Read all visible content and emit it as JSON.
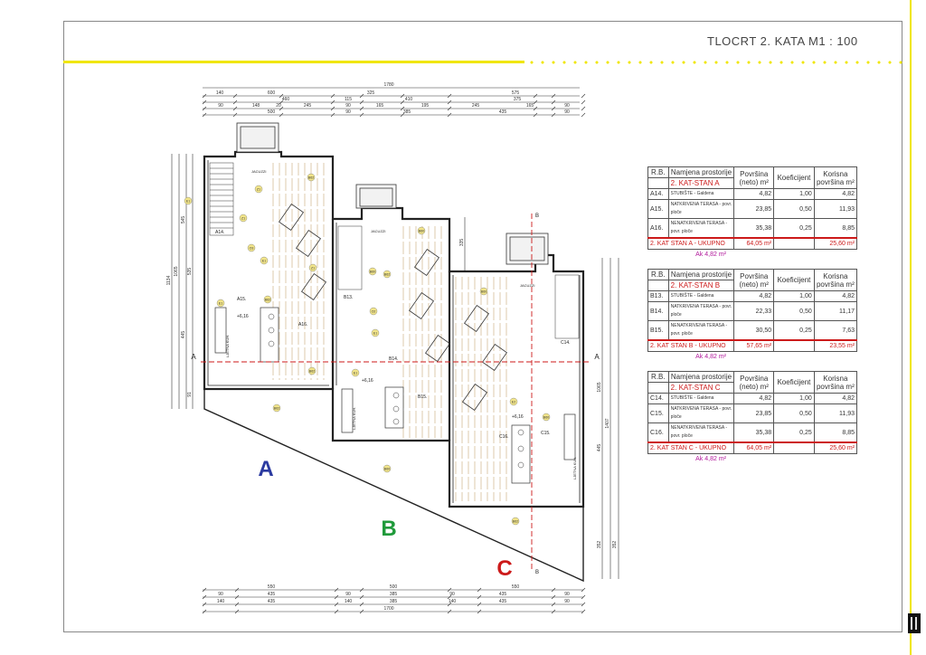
{
  "sheet_title": "TLOCRT  2. KATA   M1 : 100",
  "unit_labels": {
    "a": "A",
    "b": "B",
    "c": "C",
    "a_color": "#2b3aa0",
    "b_color": "#1f9a3a",
    "c_color": "#cc1a1a"
  },
  "section_marks": {
    "left": "A",
    "right": "A",
    "top": "B",
    "bottom": "B"
  },
  "dims_top": {
    "overall": "1780",
    "row2": [
      "140",
      "600",
      "325",
      "575"
    ],
    "row3": [
      "460",
      "115",
      "410",
      "375"
    ],
    "row4": [
      "90",
      "148",
      "20",
      "245",
      "90",
      "165",
      "195",
      "245",
      "165",
      "90"
    ],
    "row5": [
      "500",
      "90",
      "385",
      "435",
      "90"
    ]
  },
  "dims_bottom": {
    "row1": [
      "550",
      "500",
      "550"
    ],
    "row2": [
      "90",
      "435",
      "90",
      "385",
      "90",
      "435",
      "90"
    ],
    "row3": [
      "140",
      "435",
      "140",
      "385",
      "140",
      "435",
      "90"
    ],
    "overall": "1700"
  },
  "dims_left": [
    "1134",
    "1065",
    "545",
    "535",
    "445",
    "91"
  ],
  "dims_right": [
    "335",
    "1065",
    "1407",
    "445",
    "352",
    "352"
  ],
  "levels": [
    "+6,16",
    "+6,16",
    "+6,16"
  ],
  "room_labels": [
    "A14.",
    "A15.",
    "A16.",
    "B13.",
    "B14.",
    "B15.",
    "C14.",
    "C15.",
    "C16."
  ],
  "jacuzzi_label": "JACUZZI",
  "kitchen_label": "LJETNA KUH.",
  "tags": [
    "E1",
    "E1",
    "E1",
    "E1",
    "E1",
    "E2",
    "Z1",
    "Z1",
    "Z1",
    "O3",
    "O2",
    "B62",
    "B62",
    "B62",
    "B62",
    "B60",
    "B60",
    "B60",
    "B60",
    "B60",
    "B62",
    "B62"
  ],
  "table_headers": {
    "rb": "R.B.",
    "name": "Namjena prostorije",
    "area": "Površina (neto) m²",
    "coef": "Koeficijent",
    "useful": "Korisna površina m²"
  },
  "tables": [
    {
      "apartment": "2. KAT-STAN A",
      "rows": [
        {
          "rb": "A14.",
          "name": "STUBIŠTE - Galdena",
          "area": "4,82",
          "coef": "1,00",
          "useful": "4,82"
        },
        {
          "rb": "A15.",
          "name": "NATKRIVENA TERASA - povr. ploče",
          "area": "23,85",
          "coef": "0,50",
          "useful": "11,93"
        },
        {
          "rb": "A16.",
          "name": "NENATKRIVENA TERASA - povr. ploče",
          "area": "35,38",
          "coef": "0,25",
          "useful": "8,85"
        }
      ],
      "total_label": "2. KAT STAN A - UKUPNO",
      "total_area": "64,05 m²",
      "total_useful": "25,60 m²",
      "ak": "Ak 4,82 m²"
    },
    {
      "apartment": "2. KAT-STAN B",
      "rows": [
        {
          "rb": "B13.",
          "name": "STUBIŠTE - Galdena",
          "area": "4,82",
          "coef": "1,00",
          "useful": "4,82"
        },
        {
          "rb": "B14.",
          "name": "NATKRIVENA TERASA - povr. ploče",
          "area": "22,33",
          "coef": "0,50",
          "useful": "11,17"
        },
        {
          "rb": "B15.",
          "name": "NENATKRIVENA TERASA - povr. ploče",
          "area": "30,50",
          "coef": "0,25",
          "useful": "7,63"
        }
      ],
      "total_label": "2. KAT STAN B - UKUPNO",
      "total_area": "57,65 m²",
      "total_useful": "23,55 m²",
      "ak": "Ak 4,82 m²"
    },
    {
      "apartment": "2. KAT-STAN C",
      "rows": [
        {
          "rb": "C14.",
          "name": "STUBIŠTE - Galdena",
          "area": "4,82",
          "coef": "1,00",
          "useful": "4,82"
        },
        {
          "rb": "C15.",
          "name": "NATKRIVENA TERASA - povr. ploče",
          "area": "23,85",
          "coef": "0,50",
          "useful": "11,93"
        },
        {
          "rb": "C16.",
          "name": "NENATKRIVENA TERASA - povr. ploče",
          "area": "35,38",
          "coef": "0,25",
          "useful": "8,85"
        }
      ],
      "total_label": "2. KAT STAN C - UKUPNO",
      "total_area": "64,05 m²",
      "total_useful": "25,60 m²",
      "ak": "Ak 4,82 m²"
    }
  ]
}
